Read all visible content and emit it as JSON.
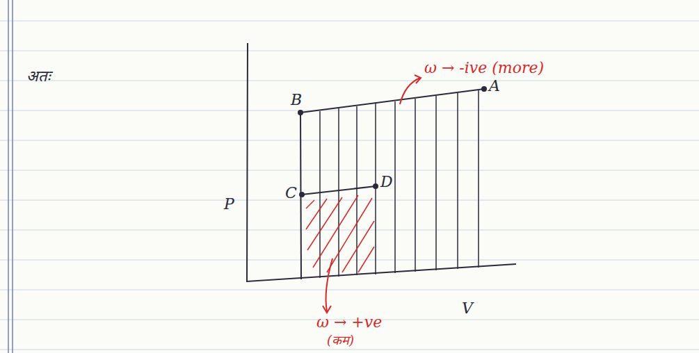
{
  "diagram": {
    "labels": [
      "अतः",
      "B",
      "A",
      "C",
      "D",
      "P",
      "V",
      "ω → -ive (more)",
      "ω → +ve",
      "(कम)"
    ]
  }
}
